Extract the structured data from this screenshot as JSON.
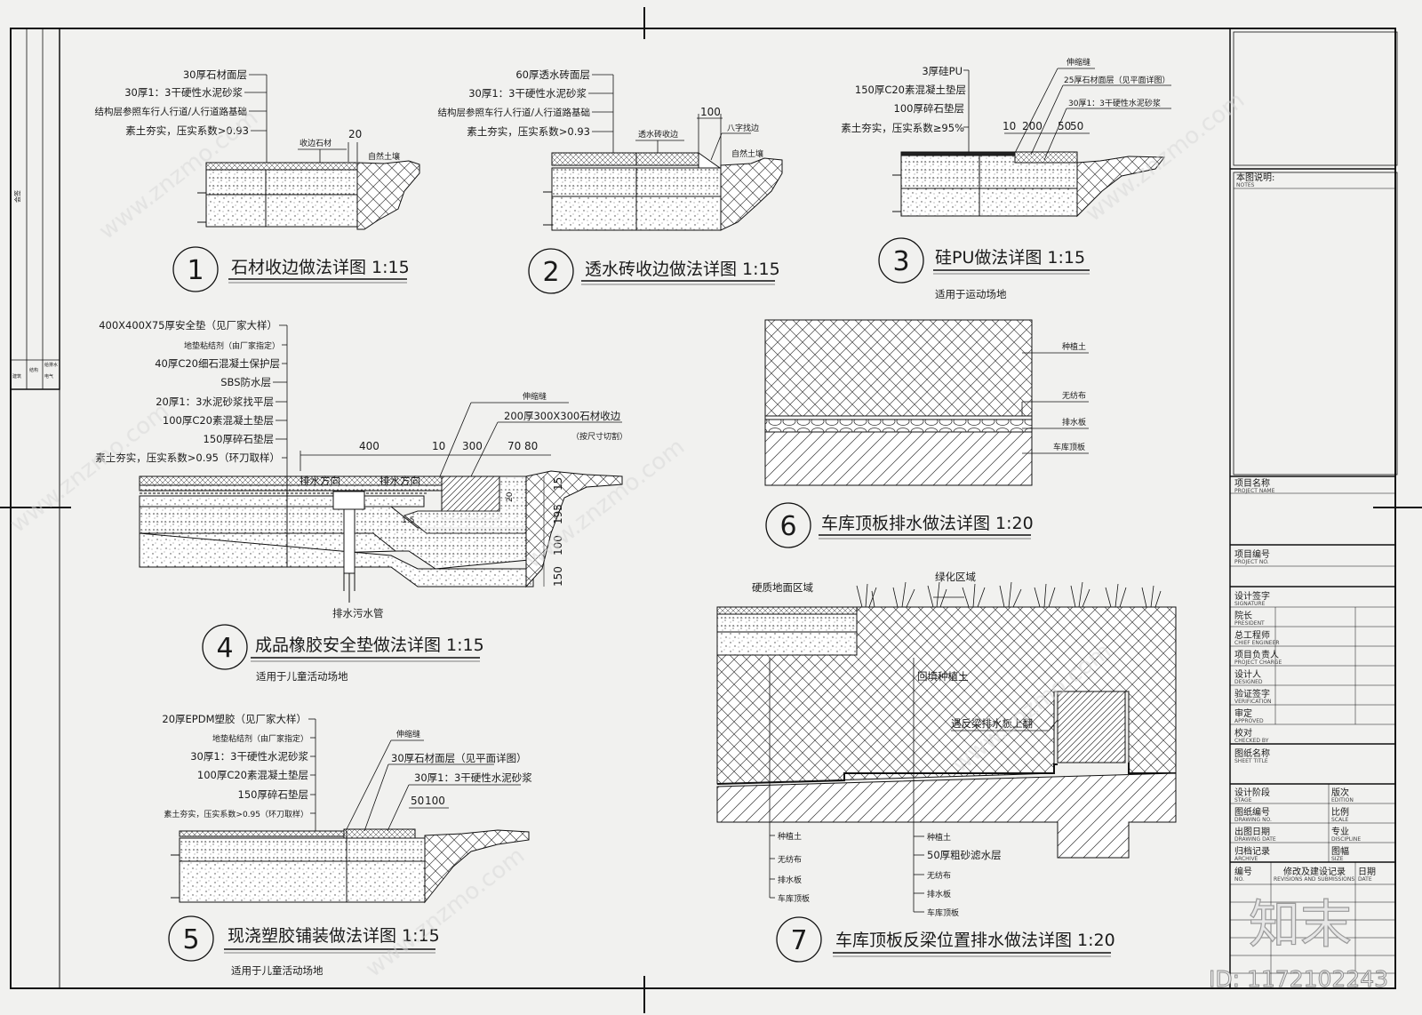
{
  "detail1": {
    "num": "1",
    "title": "石材收边做法详图 1:15",
    "labels": [
      "30厚石材面层",
      "30厚1：3干硬性水泥砂浆",
      "结构层参照车行人行道/人行道路基础",
      "素土夯实，压实系数>0.93"
    ],
    "tag_edge": "收边石材",
    "tag_soil": "自然土壤",
    "dim": "20"
  },
  "detail2": {
    "num": "2",
    "title": "透水砖收边做法详图 1:15",
    "labels": [
      "60厚透水砖面层",
      "30厚1：3干硬性水泥砂浆",
      "结构层参照车行人行道/人行道路基础",
      "素土夯实，压实系数>0.93"
    ],
    "tag_edge": "透水砖收边",
    "tag_bevel": "八字找边",
    "tag_soil": "自然土壤",
    "dim": "100"
  },
  "detail3": {
    "num": "3",
    "title": "硅PU做法详图 1:15",
    "subtitle": "适用于运动场地",
    "labels": [
      "3厚硅PU",
      "150厚C20素混凝土垫层",
      "100厚碎石垫层",
      "素土夯实，压实系数≥95%"
    ],
    "right_labels": [
      "伸缩缝",
      "25厚石材面层（见平面详图）",
      "30厚1：3干硬性水泥砂浆"
    ],
    "dims": [
      "10",
      "200",
      "50",
      "50"
    ]
  },
  "detail4": {
    "num": "4",
    "title": "成品橡胶安全垫做法详图 1:15",
    "subtitle": "适用于儿童活动场地",
    "labels": [
      "400X400X75厚安全垫（见厂家大样）",
      "地垫粘结剂（由厂家指定）",
      "40厚C20细石混凝土保护层",
      "SBS防水层",
      "20厚1：3水泥砂浆找平层",
      "100厚C20素混凝土垫层",
      "150厚碎石垫层",
      "素土夯实，压实系数>0.95（环刀取样）"
    ],
    "joint": "伸缩缝",
    "edge1": "200厚300X300石材收边",
    "edge2": "（按尺寸切割）",
    "dims_h": [
      "400",
      "10",
      "300",
      "70",
      "80"
    ],
    "dims_v": [
      "15",
      "195",
      "100",
      "150"
    ],
    "flow1": "排水方向",
    "flow2": "排水方向",
    "pipe": "排水污水管",
    "slope": "1:5",
    "small_dim": "20"
  },
  "detail5": {
    "num": "5",
    "title": "现浇塑胶铺装做法详图 1:15",
    "subtitle": "适用于儿童活动场地",
    "labels": [
      "20厚EPDM塑胶（见厂家大样）",
      "地垫粘结剂（由厂家指定）",
      "30厚1：3干硬性水泥砂浆",
      "100厚C20素混凝土垫层",
      "150厚碎石垫层",
      "素土夯实，压实系数>0.95（环刀取样）"
    ],
    "right_labels": [
      "伸缩缝",
      "30厚石材面层（见平面详图）",
      "30厚1：3干硬性水泥砂浆"
    ],
    "dims": [
      "50",
      "100"
    ]
  },
  "detail6": {
    "num": "6",
    "title": "车库顶板排水做法详图 1:20",
    "labels": [
      "种植土",
      "无纺布",
      "排水板",
      "车库顶板"
    ]
  },
  "detail7": {
    "num": "7",
    "title": "车库顶板反梁位置排水做法详图 1:20",
    "hard_area": "硬质地面区域",
    "green_area": "绿化区域",
    "backfill": "回填种植土",
    "beam_note": "遇反梁排水板上翻",
    "left_labels": [
      "种植土",
      "无纺布",
      "排水板",
      "车库顶板"
    ],
    "right_labels": [
      "种植土",
      "50厚粗砂滤水层",
      "无纺布",
      "排水板",
      "车库顶板"
    ]
  },
  "title_block": {
    "notes": "本图说明:",
    "notes_en": "NOTES",
    "project_name": "项目名称",
    "project_name_en": "PROJECT NAME",
    "project_no": "项目编号",
    "project_no_en": "PROJECT NO.",
    "design_sign": "设计签字",
    "design_sign_en": "SIGNATURE",
    "president": "院长",
    "president_en": "PRESIDENT",
    "chief_eng": "总工程师",
    "chief_eng_en": "CHIEF ENGINEER",
    "project_lead": "项目负责人",
    "project_lead_en": "PROJECT CHARGE",
    "designer": "设计人",
    "designer_en": "DESIGNED",
    "verify": "验证签字",
    "verify_en": "VERIFICATION",
    "approve": "审定",
    "approve_en": "APPROVED",
    "check": "校对",
    "check_en": "CHECKED BY",
    "drawing_name": "图纸名称",
    "drawing_name_en": "SHEET TITLE",
    "design_stage": "设计阶段",
    "design_stage_en": "STAGE",
    "edition": "版次",
    "edition_en": "EDITION",
    "drawing_no": "图纸编号",
    "drawing_no_en": "DRAWING NO.",
    "scale": "比例",
    "scale_en": "SCALE",
    "issue_date": "出图日期",
    "issue_date_en": "DRAWING DATE",
    "discipline": "专业",
    "discipline_en": "DISCIPLINE",
    "archive": "归档记录",
    "archive_en": "ARCHIVE",
    "sheet": "图幅",
    "sheet_en": "SIZE",
    "revno": "编号",
    "revno_en": "NO.",
    "revision": "修改及建设记录",
    "revision_en": "REVISIONS AND SUBMISSIONS",
    "date": "日期",
    "date_en": "DATE"
  },
  "left_strip": [
    "会签",
    "建筑",
    "结构",
    "给排水",
    "电气"
  ],
  "watermark": {
    "brand": "知末",
    "site": "www.znzmo.com",
    "id": "ID: 1172102243"
  }
}
